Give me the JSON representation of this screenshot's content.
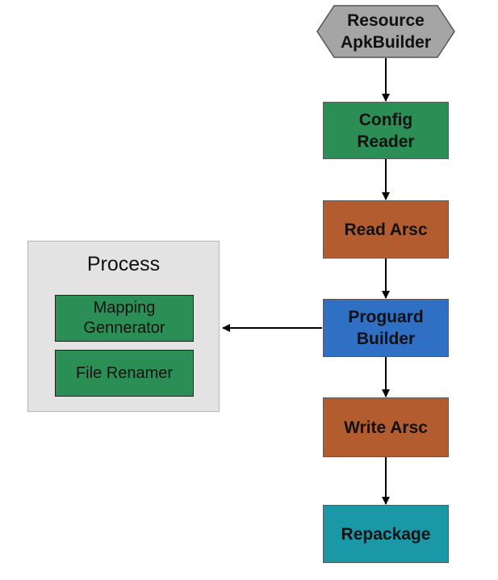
{
  "diagram": {
    "start": {
      "label": "Resource\nApkBuilder",
      "color": "#a5a5a5"
    },
    "steps": [
      {
        "id": "config-reader",
        "label": "Config\nReader",
        "color": "#2b8f55"
      },
      {
        "id": "read-arsc",
        "label": "Read Arsc",
        "color": "#b35c30"
      },
      {
        "id": "proguard-builder",
        "label": "Proguard\nBuilder",
        "color": "#2f6fc4"
      },
      {
        "id": "write-arsc",
        "label": "Write Arsc",
        "color": "#b35c30"
      },
      {
        "id": "repackage",
        "label": "Repackage",
        "color": "#1a98a5"
      }
    ],
    "process": {
      "title": "Process",
      "items": [
        {
          "label": "Mapping\nGennerator"
        },
        {
          "label": "File Renamer"
        }
      ]
    },
    "edges": [
      {
        "from": "Resource ApkBuilder",
        "to": "Config Reader"
      },
      {
        "from": "Config Reader",
        "to": "Read Arsc"
      },
      {
        "from": "Read Arsc",
        "to": "Proguard Builder"
      },
      {
        "from": "Proguard Builder",
        "to": "Write Arsc"
      },
      {
        "from": "Write Arsc",
        "to": "Repackage"
      },
      {
        "from": "Proguard Builder",
        "to": "Process"
      }
    ]
  }
}
